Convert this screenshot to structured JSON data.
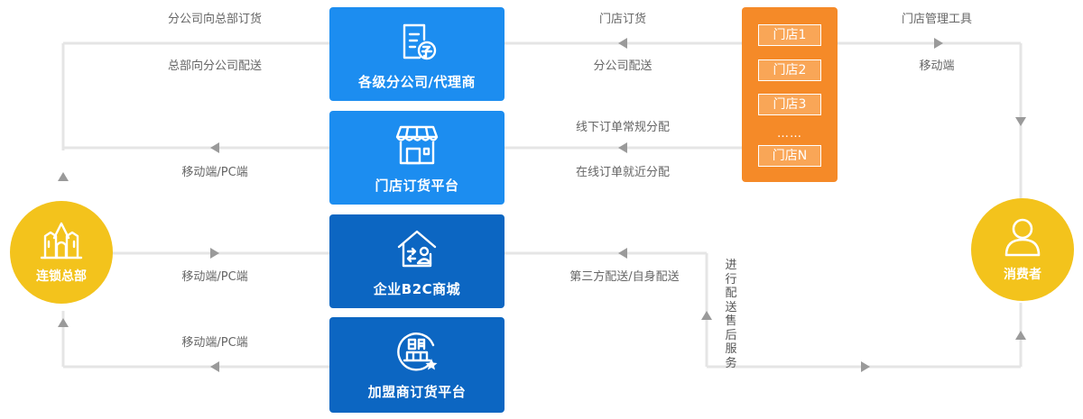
{
  "colors": {
    "line": "#e5e5e5",
    "arrow": "#9a9a9a",
    "card_light": "#1c8df0",
    "card_dark": "#0c66c2",
    "store_panel": "#f58a28",
    "circle": "#f3c31c"
  },
  "cards": [
    {
      "title": "各级分公司/代理商",
      "icon": "document-sub-icon"
    },
    {
      "title": "门店订货平台",
      "icon": "storefront-icon"
    },
    {
      "title": "企业B2C商城",
      "icon": "home-user-icon"
    },
    {
      "title": "加盟商订货平台",
      "icon": "alliance-badge-icon"
    }
  ],
  "stores": {
    "items": [
      "门店1",
      "门店2",
      "门店3",
      "门店N"
    ],
    "ellipsis": "……"
  },
  "hq": {
    "label": "连锁总部",
    "icon": "building-icon"
  },
  "consumer": {
    "label": "消费者",
    "icon": "user-icon"
  },
  "labels": {
    "branch_order": "分公司向总部订货",
    "hq_delivery": "总部向分公司配送",
    "store_order": "门店订货",
    "branch_delivery": "分公司配送",
    "store_tool": "门店管理工具",
    "store_mobile": "移动端",
    "platform_mobile_pc": "移动端/PC端",
    "offline_alloc": "线下订单常规分配",
    "online_alloc": "在线订单就近分配",
    "b2c_mobile_pc": "移动端/PC端",
    "third_party": "第三方配送/自身配送",
    "franchise_mobile_pc": "移动端/PC端",
    "after_sales": "进行配送售后服务"
  }
}
